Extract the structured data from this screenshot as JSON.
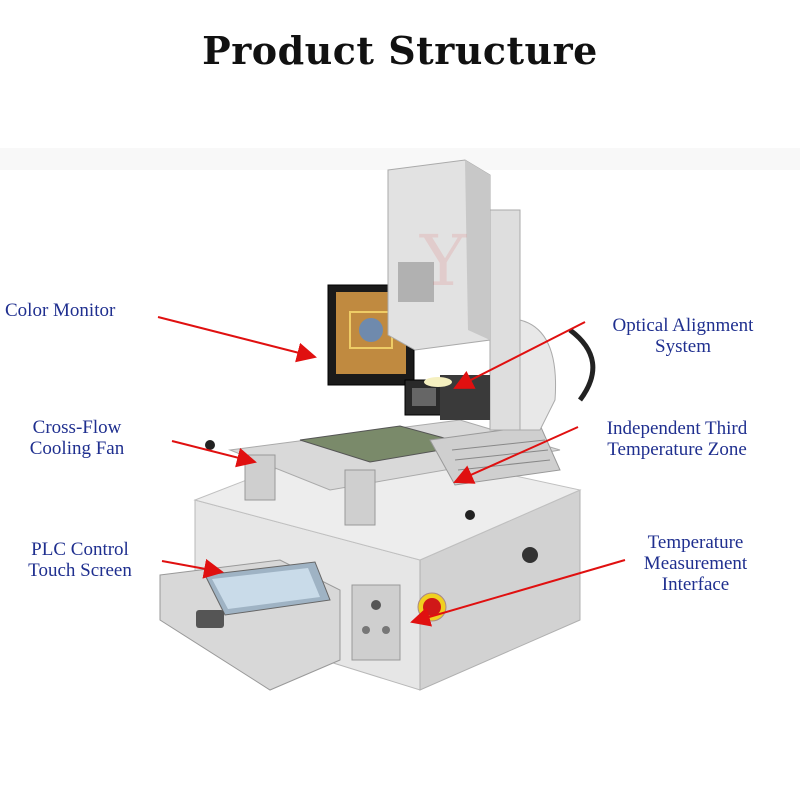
{
  "title": "Product Structure",
  "labels": {
    "color_monitor": "Color Monitor",
    "optical_alignment": [
      "Optical Alignment",
      "System"
    ],
    "cross_flow_fan": [
      "Cross-Flow",
      "Cooling Fan"
    ],
    "third_zone": [
      "Independent Third",
      "Temperature Zone"
    ],
    "plc_touch": [
      "PLC Control",
      "Touch Screen"
    ],
    "temp_interface": [
      "Temperature",
      "Measurement",
      "Interface"
    ]
  },
  "colors": {
    "label_text": "#1f2f8f",
    "arrow": "#e01010",
    "machine_body": "#e4e4e4",
    "title": "#111111"
  }
}
